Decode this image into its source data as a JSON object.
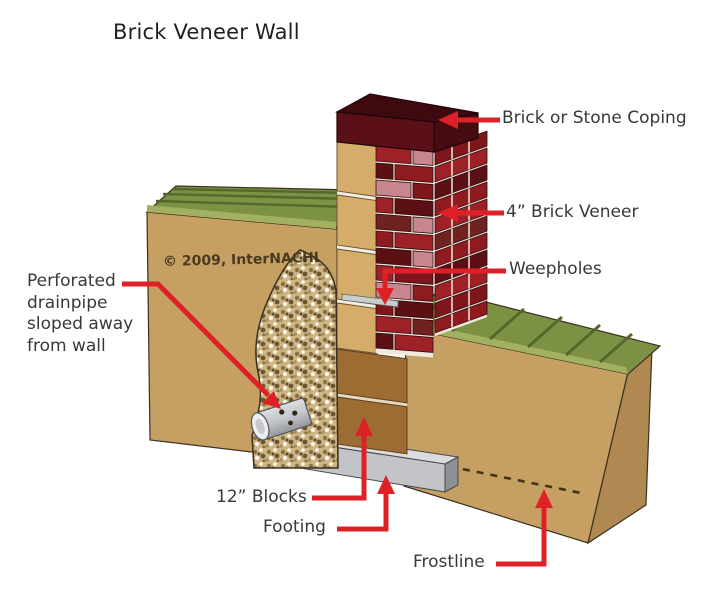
{
  "title": "Brick Veneer Wall",
  "copyright": "© 2009, InterNACHI",
  "callouts": {
    "coping": {
      "label": "Brick or Stone Coping"
    },
    "veneer": {
      "label": "4” Brick Veneer"
    },
    "weepholes": {
      "label": "Weepholes"
    },
    "drainpipe": {
      "label": "Perforated\ndrainpipe\nsloped away\nfrom wall"
    },
    "blocks": {
      "label": "12” Blocks"
    },
    "footing": {
      "label": "Footing"
    },
    "frostline": {
      "label": "Frostline"
    }
  },
  "palette": {
    "arrow_red": "#DD2127",
    "soil_tan": "#C6A062",
    "grass_green": "#7D9145",
    "grass_dark": "#54682C",
    "brick_dark": "#5C1014",
    "brick_red": "#9E2127",
    "brick_pink": "#C9868E",
    "coping_maroon": "#3F0A0F",
    "block_tan": "#D6AC6B",
    "block_brown": "#9C6C33",
    "footing_gray": "#C3C4C8",
    "pipe_gray": "#C9CBCE",
    "text_dark": "#383838"
  }
}
